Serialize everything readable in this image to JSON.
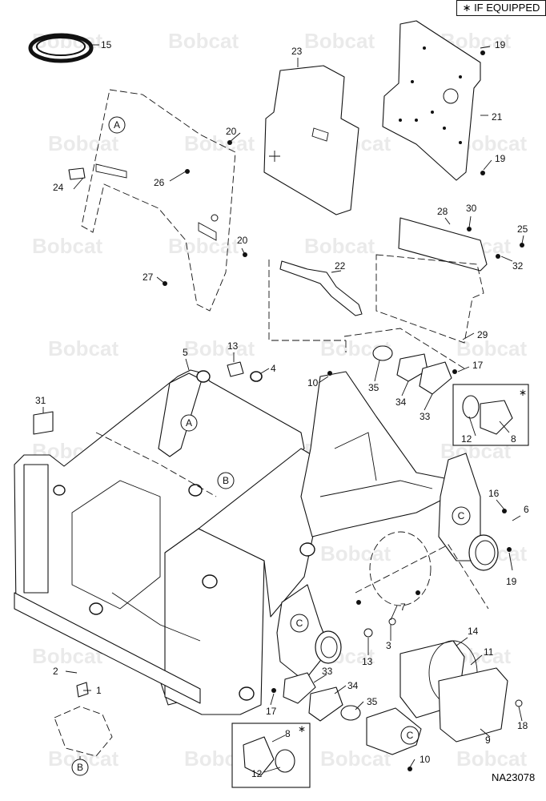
{
  "note": "∗ IF EQUIPPED",
  "drawing_id": "NA23078",
  "watermark": "Bobcat",
  "callouts": [
    "1",
    "2",
    "3",
    "4",
    "5",
    "6",
    "7",
    "8",
    "9",
    "10",
    "11",
    "12",
    "13",
    "14",
    "15",
    "16",
    "17",
    "18",
    "19",
    "20",
    "21",
    "22",
    "23",
    "24",
    "25",
    "26",
    "27",
    "28",
    "29",
    "30",
    "31",
    "32",
    "33",
    "34",
    "35"
  ],
  "reference_circles": [
    "A",
    "B",
    "C"
  ],
  "asterisk": "∗"
}
